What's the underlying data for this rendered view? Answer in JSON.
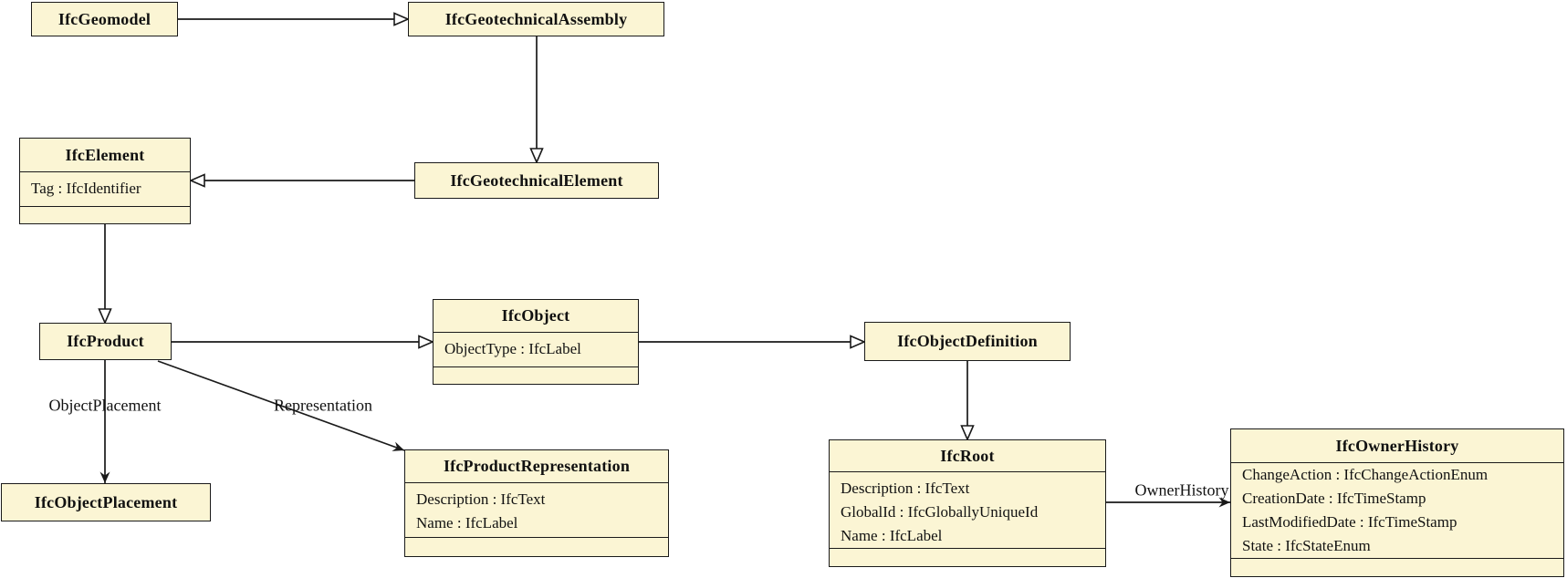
{
  "colors": {
    "box_fill": "#FBF5D4",
    "box_border": "#1A1A1A",
    "background": "#FFFFFF"
  },
  "nodes": {
    "geomodel": {
      "title": "IfcGeomodel",
      "attributes": []
    },
    "geotechnical_assembly": {
      "title": "IfcGeotechnicalAssembly",
      "attributes": []
    },
    "element": {
      "title": "IfcElement",
      "attributes": [
        "Tag : IfcIdentifier"
      ]
    },
    "geotechnical_element": {
      "title": "IfcGeotechnicalElement",
      "attributes": []
    },
    "product": {
      "title": "IfcProduct",
      "attributes": []
    },
    "object": {
      "title": "IfcObject",
      "attributes": [
        "ObjectType : IfcLabel"
      ]
    },
    "object_definition": {
      "title": "IfcObjectDefinition",
      "attributes": []
    },
    "object_placement": {
      "title": "IfcObjectPlacement",
      "attributes": []
    },
    "product_representation": {
      "title": "IfcProductRepresentation",
      "attributes": [
        "Description : IfcText",
        "Name : IfcLabel"
      ]
    },
    "root": {
      "title": "IfcRoot",
      "attributes": [
        "Description : IfcText",
        "GlobalId : IfcGloballyUniqueId",
        "Name : IfcLabel"
      ]
    },
    "owner_history": {
      "title": "IfcOwnerHistory",
      "attributes": [
        "ChangeAction : IfcChangeActionEnum",
        "CreationDate : IfcTimeStamp",
        "LastModifiedDate : IfcTimeStamp",
        "State : IfcStateEnum"
      ]
    }
  },
  "edge_labels": {
    "object_placement": "ObjectPlacement",
    "representation": "Representation",
    "owner_history": "OwnerHistory"
  }
}
